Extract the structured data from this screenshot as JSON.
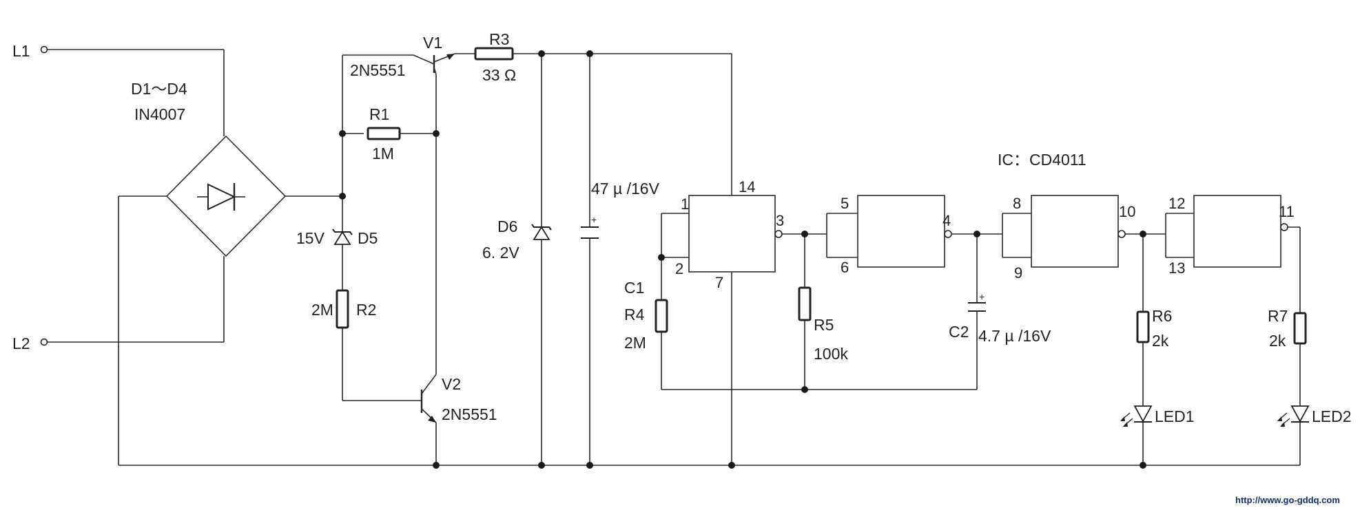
{
  "terminals": {
    "l1": "L1",
    "l2": "L2"
  },
  "bridge": {
    "name": "D1～D4",
    "model": "IN4007"
  },
  "v1": {
    "name": "V1",
    "model": "2N5551"
  },
  "v2": {
    "name": "V2",
    "model": "2N5551"
  },
  "r1": {
    "name": "R1",
    "value": "1M"
  },
  "r2": {
    "name": "R2",
    "value": "2M"
  },
  "r3": {
    "name": "R3",
    "value": "33 Ω"
  },
  "d5": {
    "name": "D5",
    "value": "15V"
  },
  "d6": {
    "name": "D6",
    "value": "6. 2V"
  },
  "c_main": {
    "value": "47 µ /16V"
  },
  "c1": {
    "name": "C1"
  },
  "r4": {
    "name": "R4",
    "value": "2M"
  },
  "r5": {
    "name": "R5",
    "value": "100k"
  },
  "c2": {
    "name": "C2",
    "value": "4.7 µ /16V"
  },
  "r6": {
    "name": "R6",
    "value": "2k"
  },
  "r7": {
    "name": "R7",
    "value": "2k"
  },
  "led1": {
    "name": "LED1"
  },
  "led2": {
    "name": "LED2"
  },
  "ic": {
    "label": "IC：CD4011"
  },
  "pins": {
    "p1": "1",
    "p2": "2",
    "p3": "3",
    "p4": "4",
    "p5": "5",
    "p6": "6",
    "p7": "7",
    "p8": "8",
    "p9": "9",
    "p10": "10",
    "p11": "11",
    "p12": "12",
    "p13": "13",
    "p14": "14"
  },
  "watermark": "http://www.go-gddq.com"
}
